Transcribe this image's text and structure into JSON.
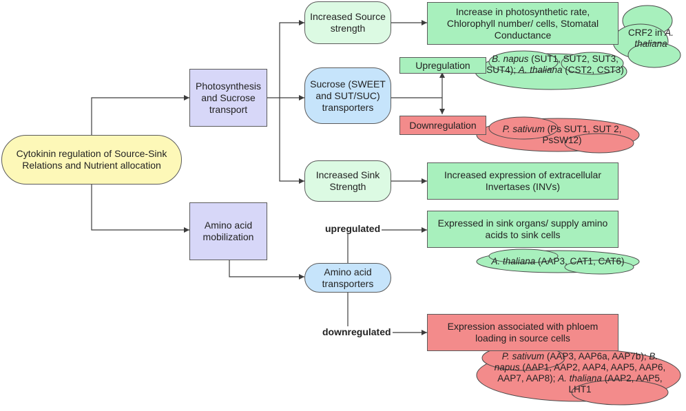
{
  "colors": {
    "line": "#3c3c3c",
    "root_fill": "#fdf8b8",
    "category_fill": "#d7d7f8",
    "effect_fill": "#dcfae3",
    "transporter_fill": "#c6e4fb",
    "up_fill": "#a8f0bd",
    "down_fill": "#f38b8b"
  },
  "nodes": {
    "root": "Cytokinin regulation of Source-Sink Relations and Nutrient allocation",
    "photosynthesis": "Photosynthesis and Sucrose transport",
    "amino_mobilization": "Amino acid mobilization",
    "source_strength": "Increased Source strength",
    "sucrose_transporters": "Sucrose (SWEET and SUT/SUC) transporters",
    "sink_strength": "Increased Sink Strength",
    "amino_transporters": "Amino acid transporters",
    "photosynthetic_rate": "Increase in photosynthetic rate, Chlorophyll number/ cells, Stomatal Conductance",
    "upregulation": "Upregulation",
    "downregulation": "Downregulation",
    "invertases": "Increased expression of extracellular Invertases (INVs)",
    "sink_organs": "Expressed in sink organs/ supply amino acids to sink cells",
    "phloem_loading": "Expression associated with phloem loading in source cells"
  },
  "clouds": {
    "crf2": {
      "species": "A. thaliana",
      "pre": "CRF2 in "
    },
    "bnapus_sut": {
      "sp1": "B. napus",
      "t1": " (SUT1, SUT2, SUT3, SUT4); ",
      "sp2": "A. thaliana",
      "t2": " (CST2,    CST3)"
    },
    "psativum_sut": {
      "sp": "P. sativum",
      "t": " (Ps SUT1, SUT 2, PsSW12)"
    },
    "athaliana_aap": {
      "sp": "A. thaliana",
      "t": " (AAP3,  CAT1, CAT6)"
    },
    "down_aap": {
      "sp1": "P. sativum",
      "t1": " (AAP3, AAP6a, AAP7b); ",
      "sp2": "B. napus",
      "t2": " (AAP1, AAP2, AAP4, AAP5, AAP6, AAP7, AAP8); ",
      "sp3": "A. thaliana",
      "t3": " (AAP2, AAP5, LHT1"
    }
  },
  "edge_labels": {
    "upregulated": "upregulated",
    "downregulated": "downregulated"
  }
}
